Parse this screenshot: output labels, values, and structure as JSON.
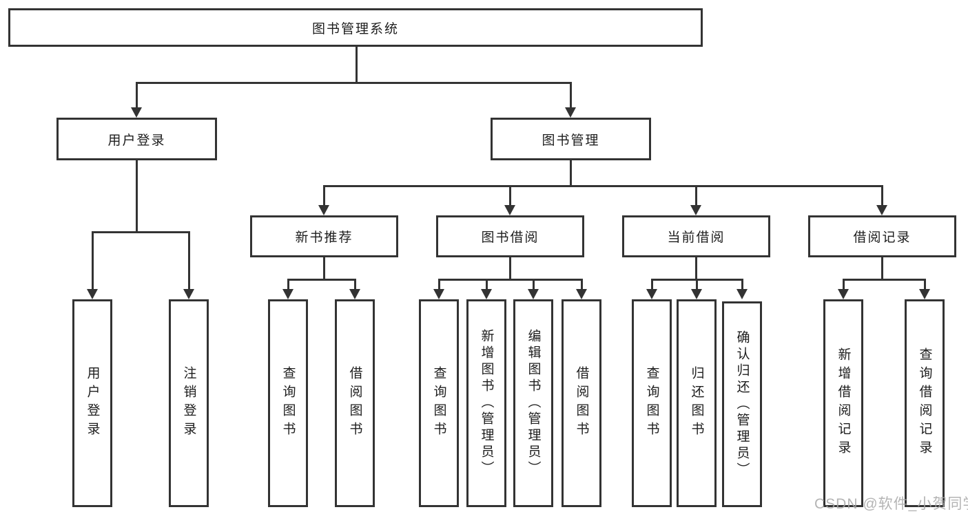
{
  "tree": {
    "root": {
      "label": "图书管理系统"
    },
    "children": [
      {
        "label": "用户登录",
        "leaves": [
          "用户登录",
          "注销登录"
        ]
      },
      {
        "label": "图书管理",
        "children": [
          {
            "label": "新书推荐",
            "leaves": [
              "查询图书",
              "借阅图书"
            ]
          },
          {
            "label": "图书借阅",
            "leaves": [
              "查询图书",
              "新增图书（管理员）",
              "编辑图书（管理员）",
              "借阅图书"
            ]
          },
          {
            "label": "当前借阅",
            "leaves": [
              "查询图书",
              "归还图书",
              "确认归还（管理员）"
            ]
          },
          {
            "label": "借阅记录",
            "leaves": [
              "新增借阅记录",
              "查询借阅记录"
            ]
          }
        ]
      }
    ]
  },
  "watermark": {
    "text": "CSDN @软件_小贺同学"
  },
  "colors": {
    "line": "#333333",
    "text": "#1d1d1d",
    "background": "#ffffff",
    "watermark": "#a8a8a8"
  }
}
